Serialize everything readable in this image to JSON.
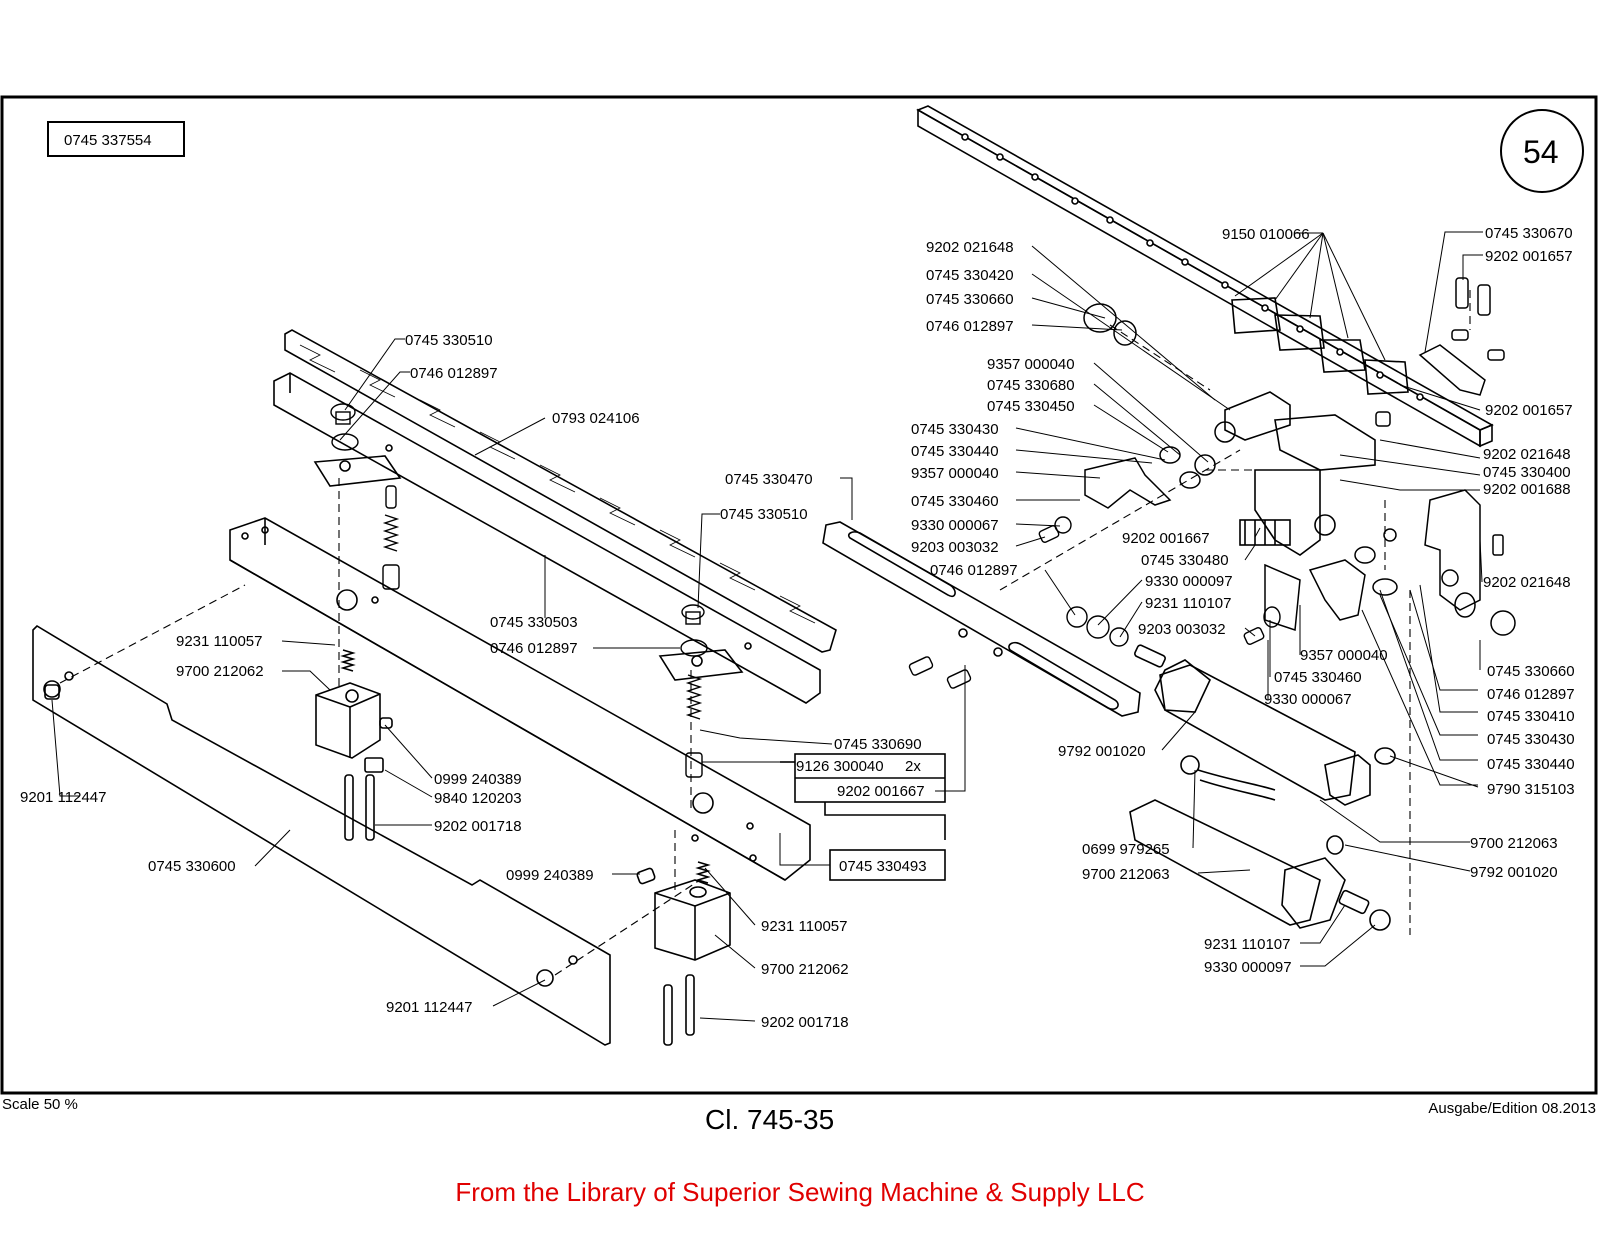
{
  "sheet": {
    "part_number_box": "0745 337554",
    "page_number": "54"
  },
  "labels": {
    "l01": "9150 010066",
    "l02": "0745 330670",
    "l03": "9202 001657",
    "l04": "9202 021648",
    "l05": "0745 330420",
    "l06": "0745 330660",
    "l07": "0746 012897",
    "l08": "9357 000040",
    "l09": "0745 330680",
    "l10": "0745 330450",
    "l11": "0745 330430",
    "l12": "0745 330440",
    "l13": "9357 000040",
    "l14": "0745 330460",
    "l15": "9330 000067",
    "l16": "9203 003032",
    "l17": "9202 001667",
    "l18": "0745 330480",
    "l19": "0746 012897",
    "l20": "9330 000097",
    "l21": "9231 110107",
    "l22": "9203 003032",
    "l23": "9357 000040",
    "l24": "0745 330460",
    "l25": "9330 000067",
    "l26": "9792 001020",
    "l27": "9202 001657",
    "l28": "9202 021648",
    "l29": "0745 330400",
    "l30": "9202 001688",
    "l31": "9202 021648",
    "l32": "0745 330660",
    "l33": "0746 012897",
    "l34": "0745 330410",
    "l35": "0745 330430",
    "l36": "0745 330440",
    "l37": "9790 315103",
    "l38": "9700 212063",
    "l39": "9792 001020",
    "l40": "0699 979265",
    "l41": "9700 212063",
    "l42": "9231 110107",
    "l43": "9330 000097",
    "l44": "0745 330510",
    "l45": "0746 012897",
    "l46": "0793 024106",
    "l47": "0745 330470",
    "l48": "0745 330510",
    "l49": "0745 330503",
    "l50": "0746 012897",
    "l51": "9231 110057",
    "l52": "9700 212062",
    "l53": "0745 330690",
    "l54": "9126 300040",
    "l54x": "2x",
    "l55": "9202 001667",
    "l56": "0999 240389",
    "l57": "9840 120203",
    "l58": "9202 001718",
    "l59": "9201 112447",
    "l60": "0745 330600",
    "l61": "0999 240389",
    "l62": "0745 330493",
    "l63": "9231 110057",
    "l64": "9700 212062",
    "l65": "9201 112447",
    "l66": "9202 001718"
  },
  "footer": {
    "scale": "Scale 50 %",
    "model": "Cl. 745-35",
    "edition": "Ausgabe/Edition 08.2013",
    "library": "From the Library of Superior Sewing Machine & Supply LLC"
  },
  "colors": {
    "line": "#000000",
    "library_text": "#e00000"
  }
}
